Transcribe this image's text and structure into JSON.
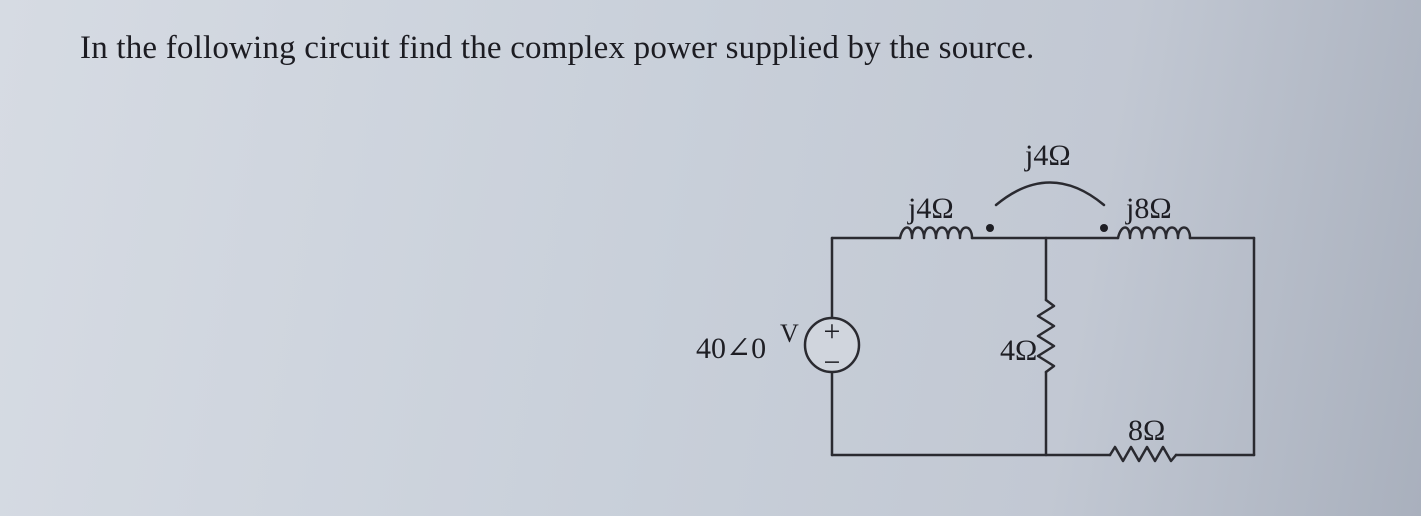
{
  "question": "In the following circuit find the complex power supplied by the source.",
  "circuit": {
    "source_label": "40∠0",
    "source_unit": "V",
    "source_plus": "+",
    "source_minus": "−",
    "inductor1_label": "j4Ω",
    "mutual_label": "j4Ω",
    "inductor2_label": "j8Ω",
    "resistor_shunt_label": "4Ω",
    "resistor_series_label": "8Ω"
  }
}
